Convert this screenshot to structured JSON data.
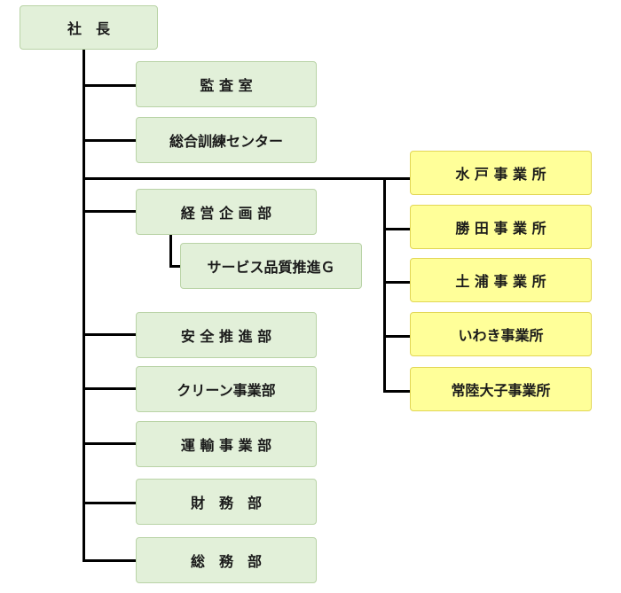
{
  "president": "社　長",
  "departments": [
    "監 査 室",
    "総合訓練センター",
    "経 営 企 画 部",
    "サービス品質推進Ｇ",
    "安 全 推 進 部",
    "クリーン事業部",
    "運 輸 事 業 部",
    "財　務　部",
    "総　務　部"
  ],
  "offices": [
    "水 戸 事 業 所",
    "勝 田 事 業 所",
    "土 浦 事 業 所",
    "いわき事業所",
    "常陸大子事業所"
  ],
  "colors": {
    "department_fill": "#e2f0d9",
    "office_fill": "#ffff99",
    "connector": "#000000"
  }
}
